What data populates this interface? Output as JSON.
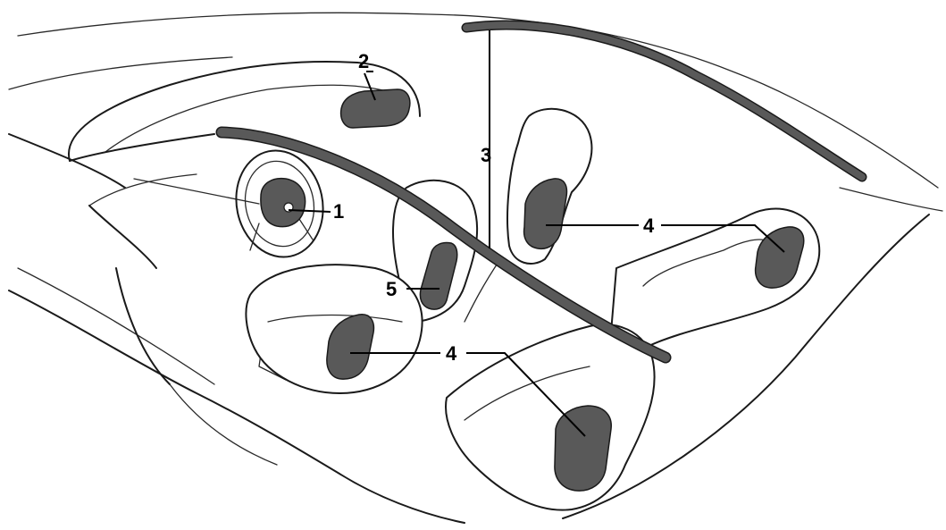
{
  "diagram": {
    "colors": {
      "airbag_fill": "#595959",
      "line": "#1a1a1a",
      "background": "#ffffff"
    },
    "callouts": {
      "driver_front": "1",
      "passenger_front": "2",
      "head_curtain": "3",
      "side_front_driver": "4",
      "side_front_passenger": "4",
      "side_rear_right": "4",
      "side_rear_left": "4",
      "center": "5"
    }
  }
}
